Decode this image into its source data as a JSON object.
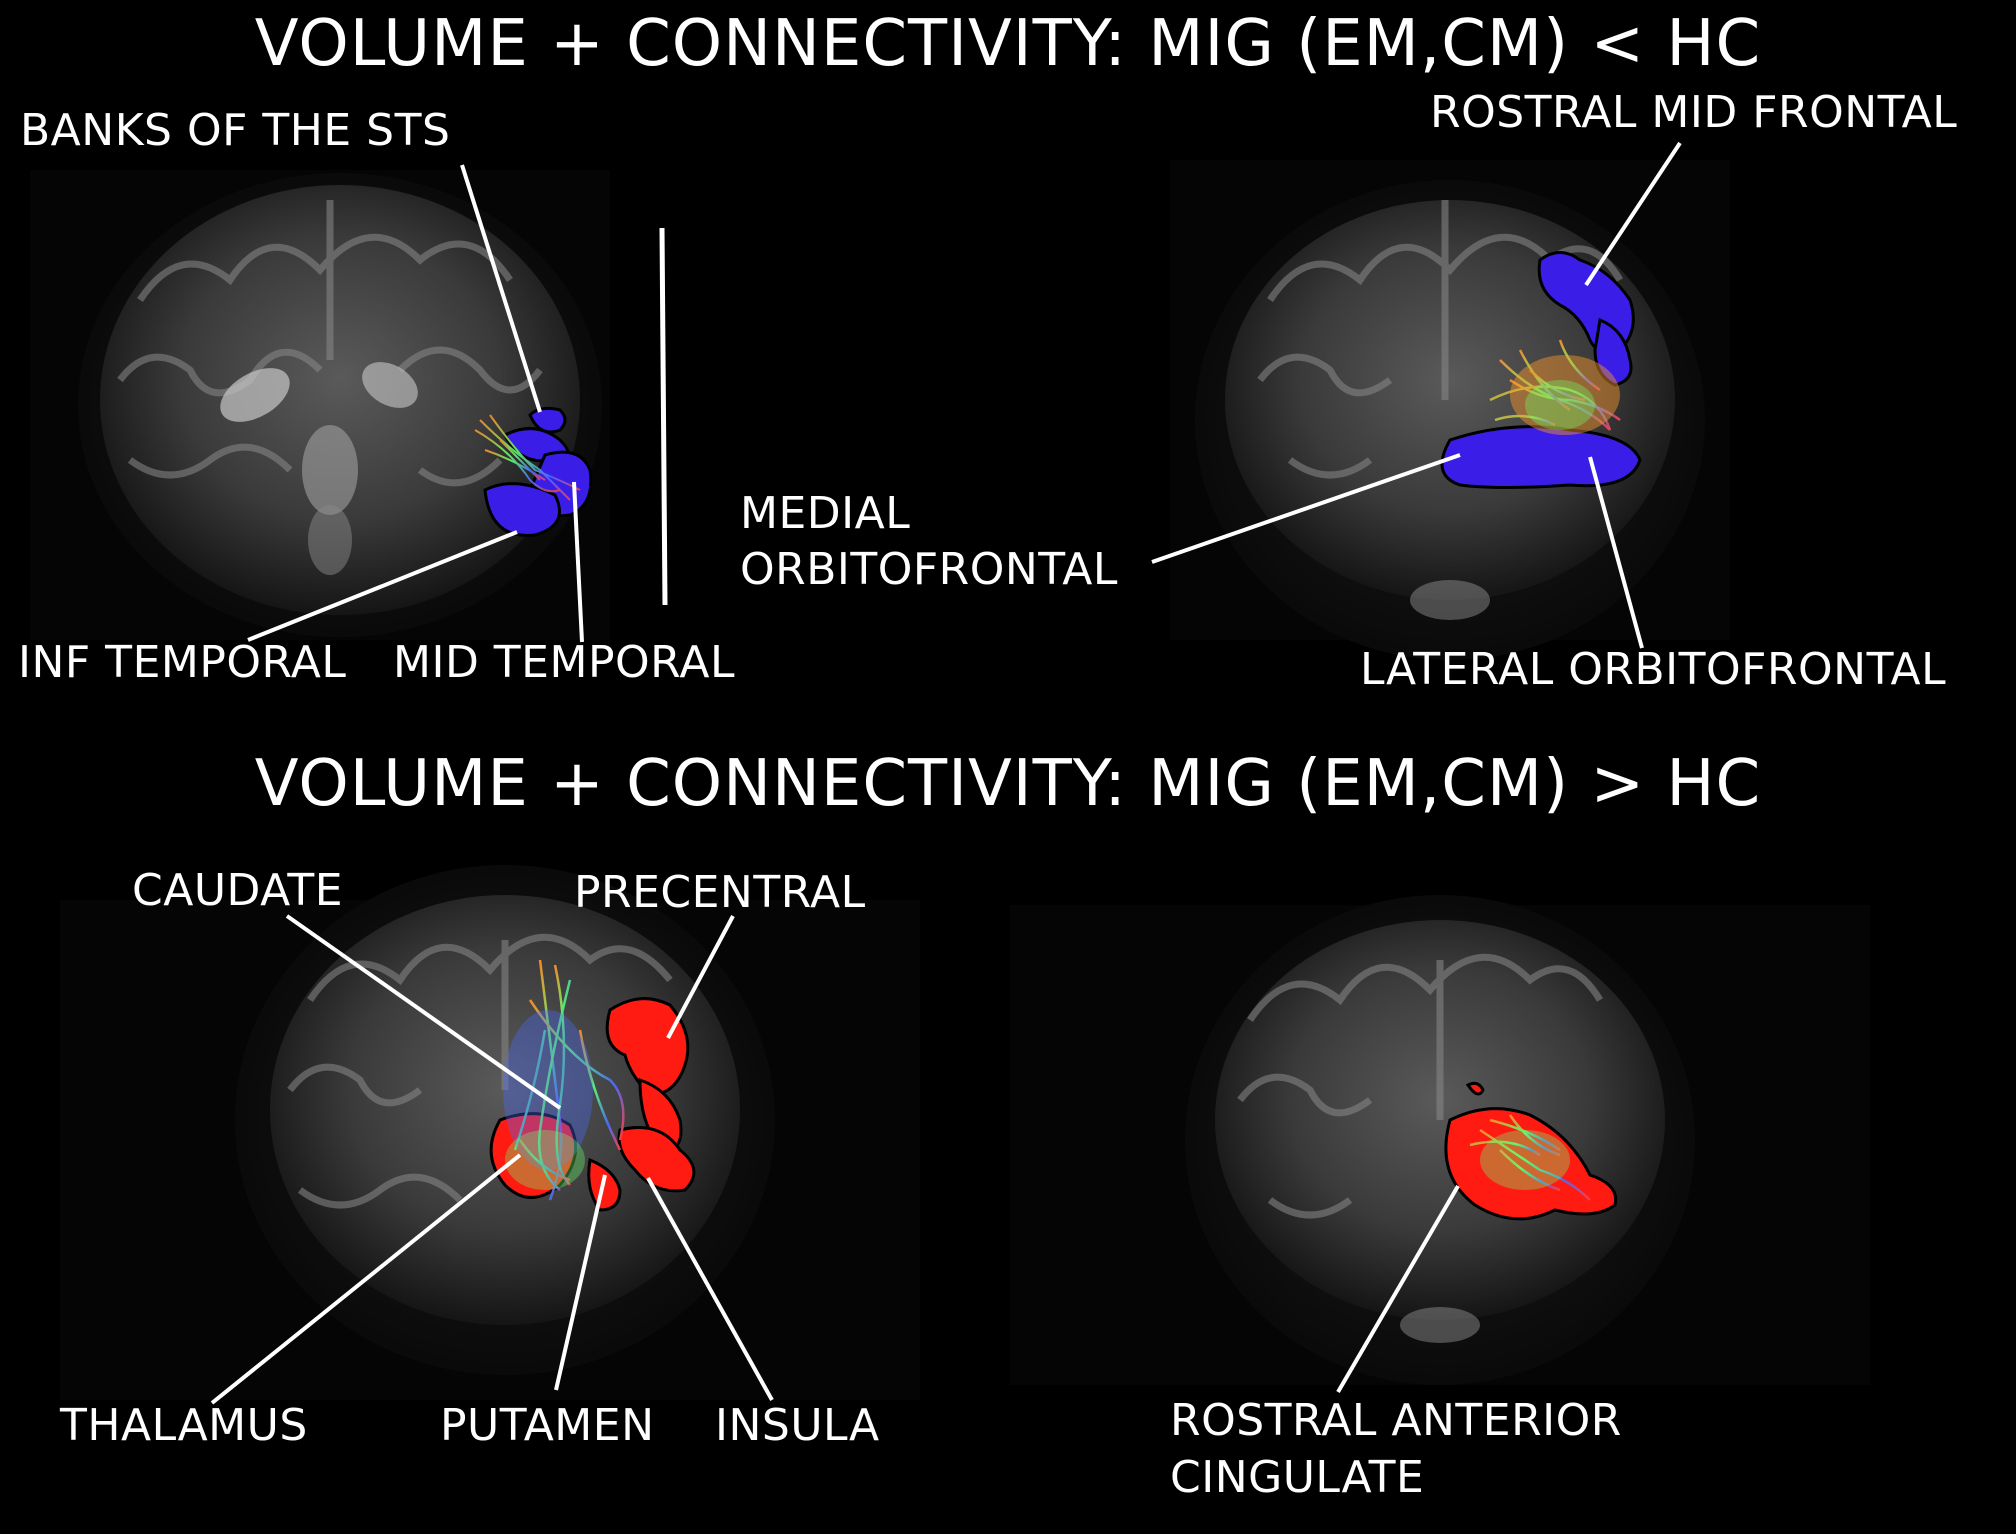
{
  "titles": {
    "top": "VOLUME + CONNECTIVITY: MIG (EM,CM) < HC",
    "bottom": "VOLUME + CONNECTIVITY: MIG (EM,CM) > HC"
  },
  "labels": {
    "banks_sts": "BANKS OF THE STS",
    "inf_temporal": "INF TEMPORAL",
    "mid_temporal": "MID TEMPORAL",
    "rostral_mid_frontal": "ROSTRAL MID FRONTAL",
    "medial_orbitofrontal_1": "MEDIAL",
    "medial_orbitofrontal_2": "ORBITOFRONTAL",
    "lateral_orbitofrontal": "LATERAL ORBITOFRONTAL",
    "caudate": "CAUDATE",
    "precentral": "PRECENTRAL",
    "thalamus": "THALAMUS",
    "putamen": "PUTAMEN",
    "insula": "INSULA",
    "rostral_anterior_1": "ROSTRAL ANTERIOR",
    "rostral_anterior_2": "CINGULATE"
  },
  "colors": {
    "background": "#000000",
    "decrease_region": "#3a1ee8",
    "increase_region": "#ff1a12",
    "text": "#ffffff"
  }
}
